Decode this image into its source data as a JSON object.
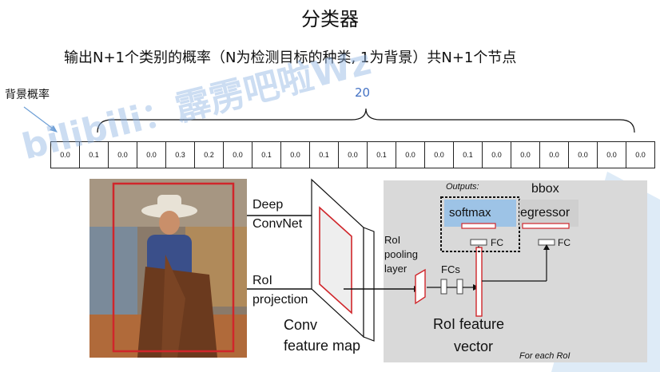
{
  "title": "分类器",
  "subtitle": "输出N+1个类别的概率（N为检测目标的种类, 1为背景）共N+1个节点",
  "background_label": "背景概率",
  "count_label": "20",
  "probabilities": [
    "0.0",
    "0.1",
    "0.0",
    "0.0",
    "0.3",
    "0.2",
    "0.0",
    "0.1",
    "0.0",
    "0.1",
    "0.0",
    "0.1",
    "0.0",
    "0.0",
    "0.1",
    "0.0",
    "0.0",
    "0.0",
    "0.0",
    "0.0",
    "0.0"
  ],
  "watermark": "bilibili：霹雳吧啦Wz",
  "diagram": {
    "deep": "Deep",
    "convnet": "ConvNet",
    "roi": "RoI",
    "projection": "projection",
    "conv": "Conv",
    "feature_map": "feature map",
    "roi_pooling_1": "RoI",
    "roi_pooling_2": "pooling",
    "roi_pooling_3": "layer",
    "fcs": "FCs",
    "roi_feature": "RoI feature",
    "vector": "vector",
    "outputs": "Outputs:",
    "softmax": "softmax",
    "bbox_1": "bbox",
    "bbox_2": "egressor",
    "fc": "FC",
    "fc2": "FC",
    "for_each": "For each RoI"
  },
  "colors": {
    "accent_blue": "#4472c4",
    "red": "#d0262b",
    "panel_gray": "#d9d9d9",
    "softmax_blue": "#9dc3e6",
    "triangle": "#bdd7ee"
  }
}
